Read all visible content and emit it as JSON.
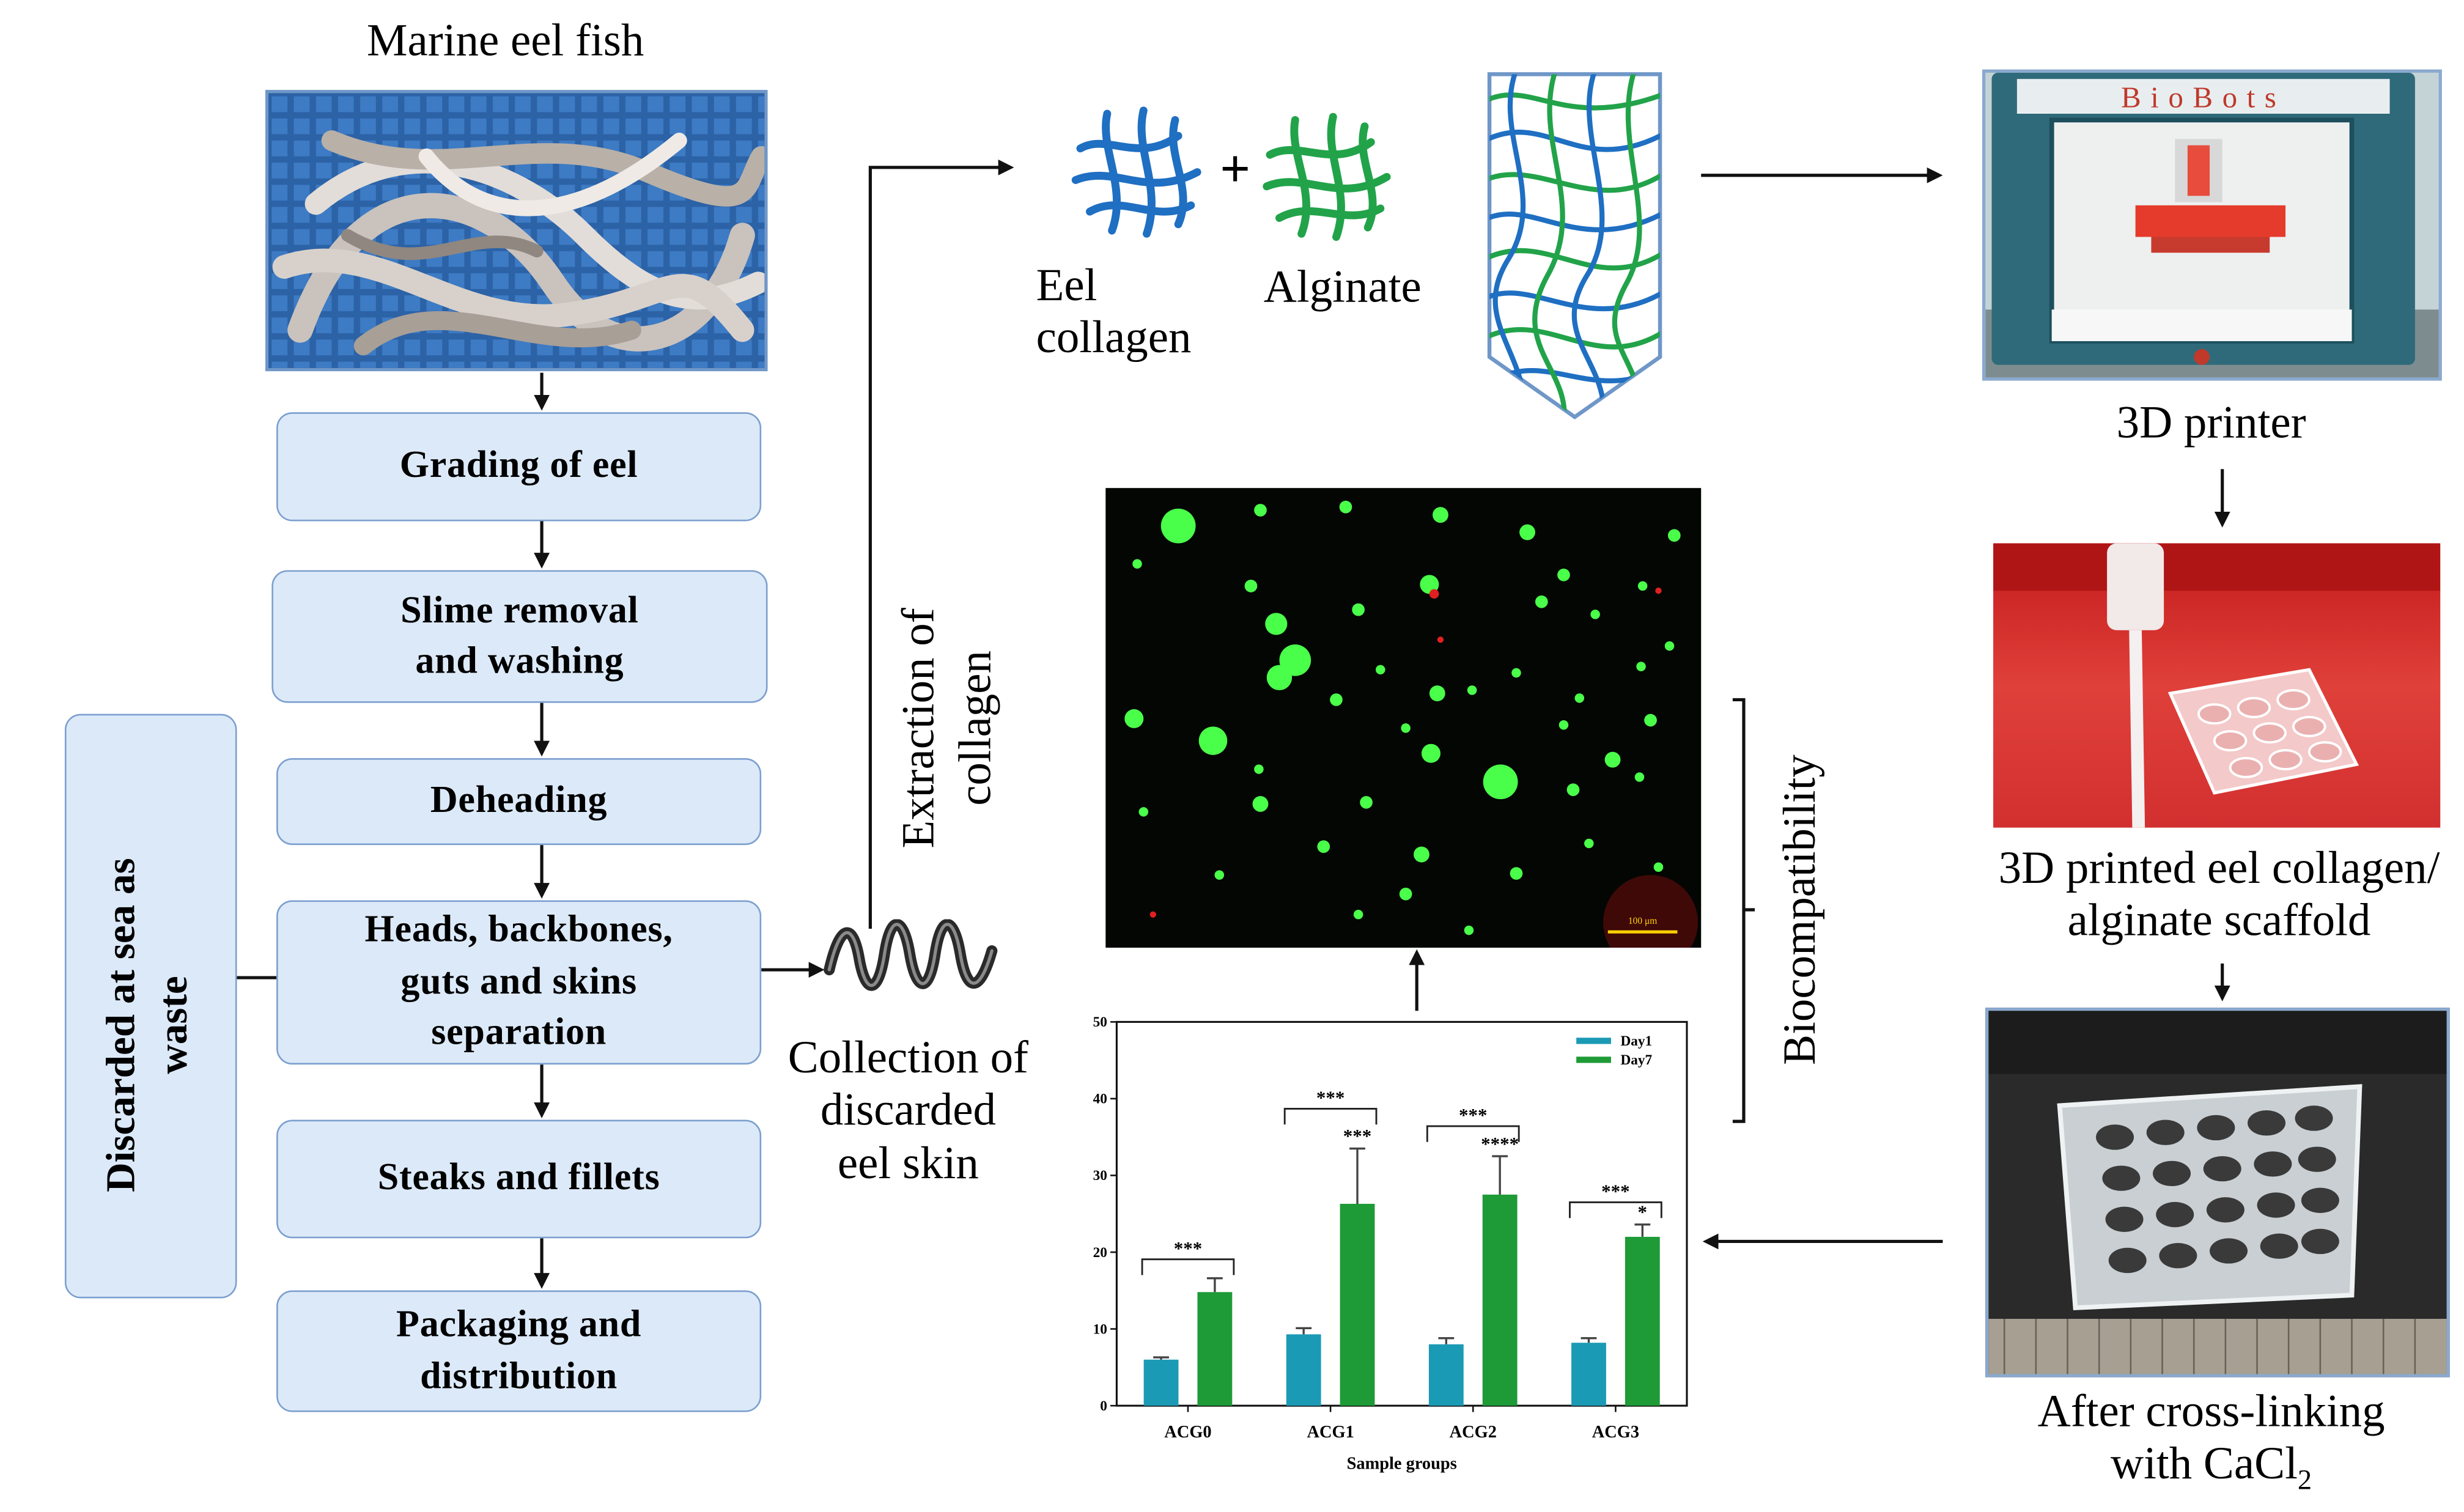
{
  "flow": {
    "title": "Marine eel fish",
    "steps": [
      {
        "label": "Grading of eel"
      },
      {
        "label": "Slime removal\nand washing"
      },
      {
        "label": "Deheading"
      },
      {
        "label": "Heads, backbones,\nguts and skins\nseparation"
      },
      {
        "label": "Steaks and fillets"
      },
      {
        "label": "Packaging and\ndistribution"
      }
    ],
    "side_box": "Discarded at sea as\nwaste"
  },
  "skin": {
    "collection": "Collection of\ndiscarded\neel skin",
    "extraction": "Extraction of\ncollagen"
  },
  "materials": {
    "collagen": "Eel\ncollagen",
    "plus": "+",
    "alginate": "Alginate",
    "collagen_color": "#1f6fc2",
    "alginate_color": "#22a34a"
  },
  "printing": {
    "printer_brand": "BioBots",
    "printer_caption": "3D printer",
    "scaffold_caption": "3D printed eel collagen/\nalginate scaffold",
    "crosslink_caption_line1": "After cross-linking",
    "crosslink_caption_prefix": "with CaCl",
    "crosslink_caption_sub": "2"
  },
  "microscopy": {
    "scale_bar": "100 μm"
  },
  "bracket_label": "Biocompatibility",
  "chart_data": {
    "type": "bar",
    "categories": [
      "ACG0",
      "ACG1",
      "ACG2",
      "ACG3"
    ],
    "series": [
      {
        "name": "Day1",
        "values": [
          6,
          9.3,
          8,
          8.2
        ],
        "errors": [
          0.3,
          0.8,
          0.8,
          0.6
        ],
        "color": "#1b9ab5"
      },
      {
        "name": "Day7",
        "values": [
          14.8,
          26.3,
          27.5,
          22
        ],
        "errors": [
          1.8,
          7.2,
          5,
          1.6
        ],
        "color": "#1e9a36"
      }
    ],
    "xlabel": "Sample groups",
    "ylabel": "",
    "ylim": [
      0,
      50
    ],
    "yticks": [
      0,
      10,
      20,
      30,
      40,
      50
    ],
    "legend_position": "top-right",
    "significance": [
      {
        "category": "ACG0",
        "type": "between",
        "label": "***"
      },
      {
        "category": "ACG1",
        "type": "between",
        "label": "***"
      },
      {
        "category": "ACG1",
        "type": "over-day7",
        "label": "***"
      },
      {
        "category": "ACG2",
        "type": "between",
        "label": "***"
      },
      {
        "category": "ACG2",
        "type": "over-day7",
        "label": "****"
      },
      {
        "category": "ACG3",
        "type": "between",
        "label": "***"
      },
      {
        "category": "ACG3",
        "type": "over-day7",
        "label": "*"
      }
    ]
  }
}
